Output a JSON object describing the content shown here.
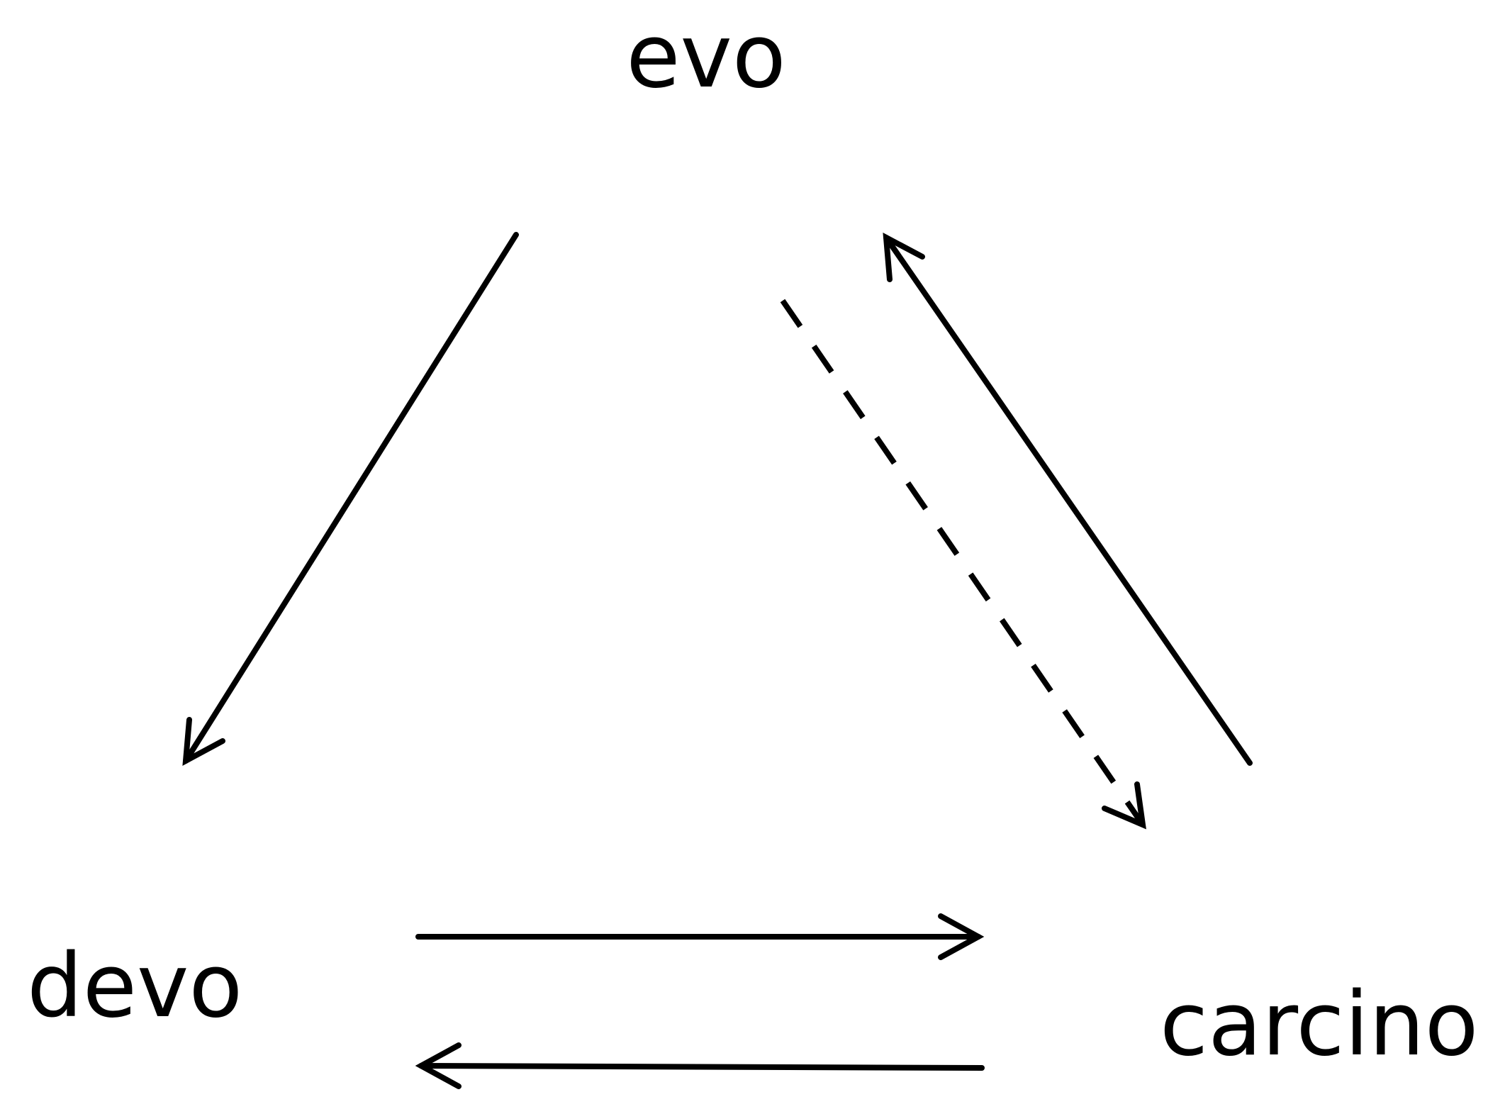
{
  "diagram": {
    "nodes": [
      {
        "id": "evo",
        "label": "evo"
      },
      {
        "id": "devo",
        "label": "devo"
      },
      {
        "id": "carcino",
        "label": "carcino"
      }
    ],
    "edges": [
      {
        "from": "evo",
        "to": "devo",
        "style": "solid"
      },
      {
        "from": "carcino",
        "to": "evo",
        "style": "solid"
      },
      {
        "from": "evo",
        "to": "carcino",
        "style": "dashed"
      },
      {
        "from": "devo",
        "to": "carcino",
        "style": "solid"
      },
      {
        "from": "carcino",
        "to": "devo",
        "style": "solid"
      }
    ],
    "colors": {
      "line": "#000000",
      "background": "#ffffff"
    }
  }
}
